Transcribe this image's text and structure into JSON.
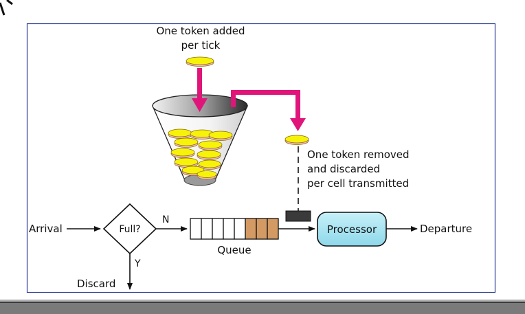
{
  "labels": {
    "token_added_line1": "One token added",
    "token_added_line2": "per tick",
    "token_removed_line1": "One token removed",
    "token_removed_line2": "and discarded",
    "token_removed_line3": "per cell transmitted",
    "arrival": "Arrival",
    "decision": "Full?",
    "no_branch": "N",
    "yes_branch": "Y",
    "discard": "Discard",
    "queue": "Queue",
    "processor": "Processor",
    "departure": "Departure"
  },
  "colors": {
    "frame_border": "#2b3b8f",
    "token_fill": "#f7f20a",
    "token_edge": "#d9c200",
    "token_pink": "#f4b6c2",
    "arrow_magenta": "#e0157a",
    "queue_filled": "#d49a64",
    "processor_fill": "#a6e3f0",
    "cell": "#3a3a3a",
    "bottom_bar": "#7a7a7a"
  },
  "queue": {
    "total_slots": 8,
    "filled_slots": 3
  }
}
